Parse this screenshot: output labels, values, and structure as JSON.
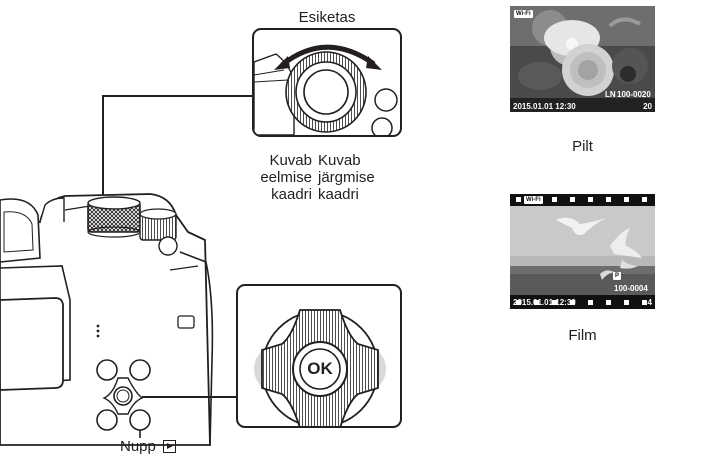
{
  "dial_callout": {
    "label": "Esiketas"
  },
  "direction_labels": {
    "previous": {
      "line1": "Kuvab",
      "line2": "eelmise",
      "line3": "kaadri"
    },
    "next": {
      "line1": "Kuvab",
      "line2": "järgmise",
      "line3": "kaadri"
    }
  },
  "playback_button": {
    "label": "Nupp",
    "icon": "play-triangle-icon"
  },
  "ok_button": {
    "label": "OK"
  },
  "photo_example": {
    "caption": "Pilt",
    "wifi_badge": "Wi-Fi",
    "quality": "LN",
    "file_number": "100-0020",
    "datetime": "2015.01.01 12:30",
    "frame_count": "20"
  },
  "movie_example": {
    "caption": "Film",
    "wifi_badge": "Wi-Fi",
    "mode_badge": "P",
    "file_number": "100-0004",
    "datetime": "2015.01.01 12:30",
    "frame_count": "4"
  },
  "colors": {
    "ink": "#231f20",
    "gray_arrow": "#d9d9d9",
    "screen_bg": "#1a1a1a"
  }
}
